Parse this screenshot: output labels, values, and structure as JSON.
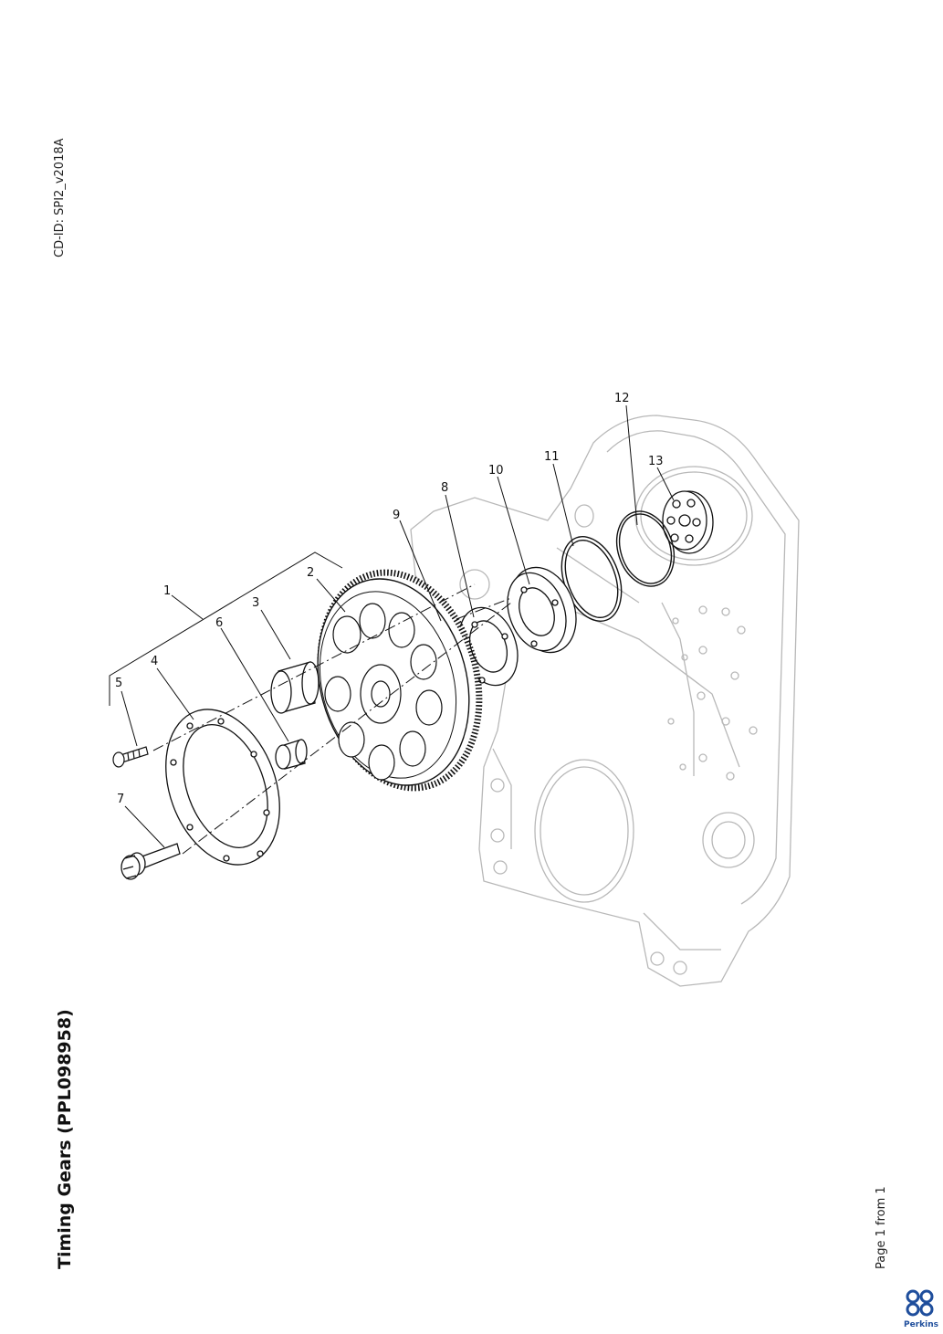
{
  "header": {
    "cd_id": "CD-ID: SPI2_v2018A"
  },
  "title": "Timing Gears (PPL098958)",
  "footer": {
    "page_label": "Page 1 from 1"
  },
  "diagram": {
    "callouts": [
      "1",
      "2",
      "3",
      "4",
      "5",
      "6",
      "7",
      "8",
      "9",
      "10",
      "11",
      "12",
      "13"
    ]
  },
  "brand": {
    "name": "Perkins",
    "color": "#1f4e9c"
  },
  "colors": {
    "line": "#111111",
    "housing": "#b8b8b8"
  }
}
